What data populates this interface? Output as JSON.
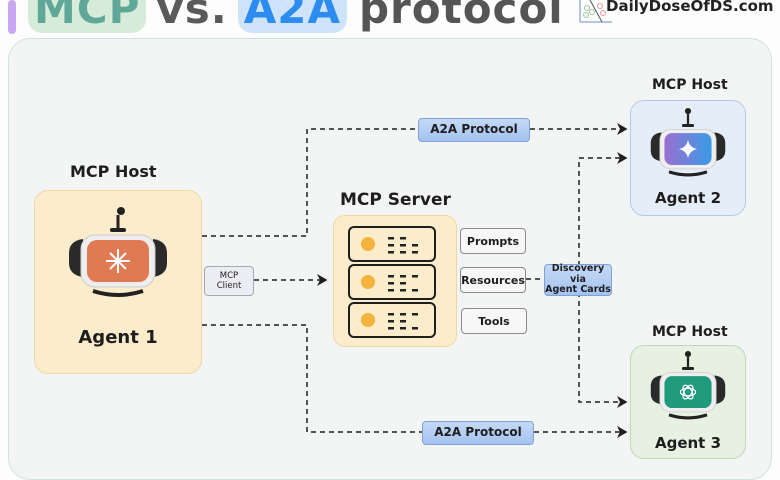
{
  "header": {
    "title_part1": "MCP",
    "title_part2": "vs.",
    "title_part3": "A2A",
    "title_part4": "protocol",
    "brand": "DailyDoseOfDS.com"
  },
  "colors": {
    "mcp_green": "#5fa899",
    "a2a_blue": "#2c8cf0",
    "host_yellow": "#fbeccb",
    "agent2_blue": "#e5edf9",
    "agent3_green": "#e6f1e2",
    "server_dot": "#f4b33a",
    "tag_blue": "#a5c3ef"
  },
  "agents": [
    {
      "host_label": "MCP Host",
      "name": "Agent 1",
      "icon": "claude-sparkle-icon",
      "screen_color": "#e07a52"
    },
    {
      "host_label": "MCP Host",
      "name": "Agent 2",
      "icon": "gemini-star-icon",
      "screen_color": "#7b6fd6"
    },
    {
      "host_label": "MCP Host",
      "name": "Agent 3",
      "icon": "openai-knot-icon",
      "screen_color": "#1f9a7d"
    }
  ],
  "server": {
    "label": "MCP Server",
    "capabilities": [
      "Prompts",
      "Resources",
      "Tools"
    ]
  },
  "connectors": {
    "mcp_client_line1": "MCP",
    "mcp_client_line2": "Client",
    "a2a_top": "A2A Protocol",
    "a2a_bottom": "A2A Protocol",
    "discovery_line1": "Discovery via",
    "discovery_line2": "Agent Cards"
  }
}
